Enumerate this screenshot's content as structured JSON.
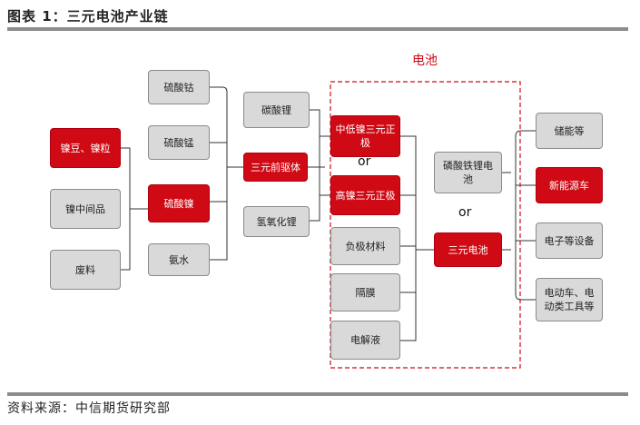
{
  "header": {
    "title": "图表 1：三元电池产业链"
  },
  "footer": {
    "source": "资料来源：中信期货研究部"
  },
  "diagram": {
    "battery_group_label": "电池",
    "or_label": "or",
    "raw_materials": [
      "镍豆、镍粒",
      "镍中间品",
      "废料"
    ],
    "nickel_sulfate": "硫酸镍",
    "sulfates": [
      "硫酸钴",
      "硫酸锰",
      "氨水"
    ],
    "lithium_sources": [
      "碳酸锂",
      "氢氧化锂"
    ],
    "precursor": "三元前驱体",
    "cathodes": [
      "中低镍三元正极",
      "高镍三元正极"
    ],
    "other_materials": [
      "负极材料",
      "隔膜",
      "电解液"
    ],
    "batteries": [
      "磷酸铁锂电池",
      "三元电池"
    ],
    "applications": [
      "储能等",
      "新能源车",
      "电子等设备",
      "电动车、电动类工具等"
    ]
  },
  "colors": {
    "accent_red": "#cf0a14",
    "box_grey": "#d9d9d9",
    "rule_grey": "#8c8c8c"
  }
}
